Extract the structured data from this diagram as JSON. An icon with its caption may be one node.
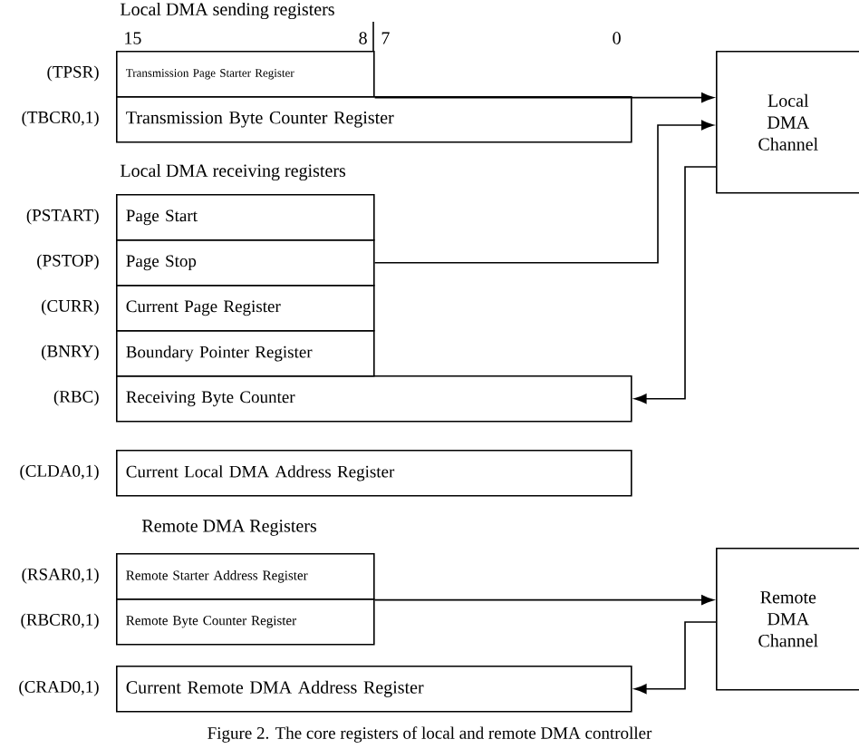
{
  "diagram": {
    "caption": "Figure 2.    The core registers of local and remote DMA controller",
    "nodes": [
      {
        "text": [
          "Transmission Page Starter Register"
        ],
        "beside": [
          "(TPSR)"
        ]
      },
      {
        "text": [
          "Transmission Byte Counter Register"
        ],
        "beside": [
          "(TBCR0,1)"
        ]
      },
      {
        "text": [
          "Local DMA Channel"
        ]
      },
      {
        "text": [
          "Page Start"
        ],
        "beside": [
          "(PSTART)"
        ]
      },
      {
        "text": [
          "Page Stop"
        ],
        "beside": [
          "(PSTOP)"
        ]
      },
      {
        "text": [
          "Current Page Register"
        ],
        "beside": [
          "(CURR)"
        ]
      },
      {
        "text": [
          "Boundary Pointer Register"
        ],
        "beside": [
          "(BNRY)"
        ]
      },
      {
        "text": [
          "Receiving Byte Counter"
        ],
        "beside": [
          "(RBC)"
        ]
      },
      {
        "text": [
          "Current Local DMA Address Register"
        ],
        "beside": [
          "(CLDA0,1)"
        ]
      },
      {
        "text": [
          "Remote Starter Address Register"
        ],
        "beside": [
          "(RSAR0,1)"
        ]
      },
      {
        "text": [
          "Remote Byte Counter Register"
        ],
        "beside": [
          "(RBCR0,1)"
        ]
      },
      {
        "text": [
          "Remote DMA Channel"
        ]
      },
      {
        "text": [
          "Current Remote DMA Address Register"
        ],
        "beside": [
          "(CRAD0,1)"
        ]
      }
    ],
    "edges": [
      {
        "from": 0,
        "to": 2,
        "arrow": "to"
      },
      {
        "from": 4,
        "to": 2,
        "arrow": "to"
      },
      {
        "from": 2,
        "to": 7,
        "arrow": "to"
      },
      {
        "from": 9,
        "to": 11,
        "arrow": "to"
      },
      {
        "from": 11,
        "to": 12,
        "arrow": "to"
      }
    ],
    "labels": [
      "Local DMA sending registers",
      "15",
      "8",
      "7",
      "0",
      "Local DMA receiving registers",
      "Remote DMA Registers"
    ]
  }
}
